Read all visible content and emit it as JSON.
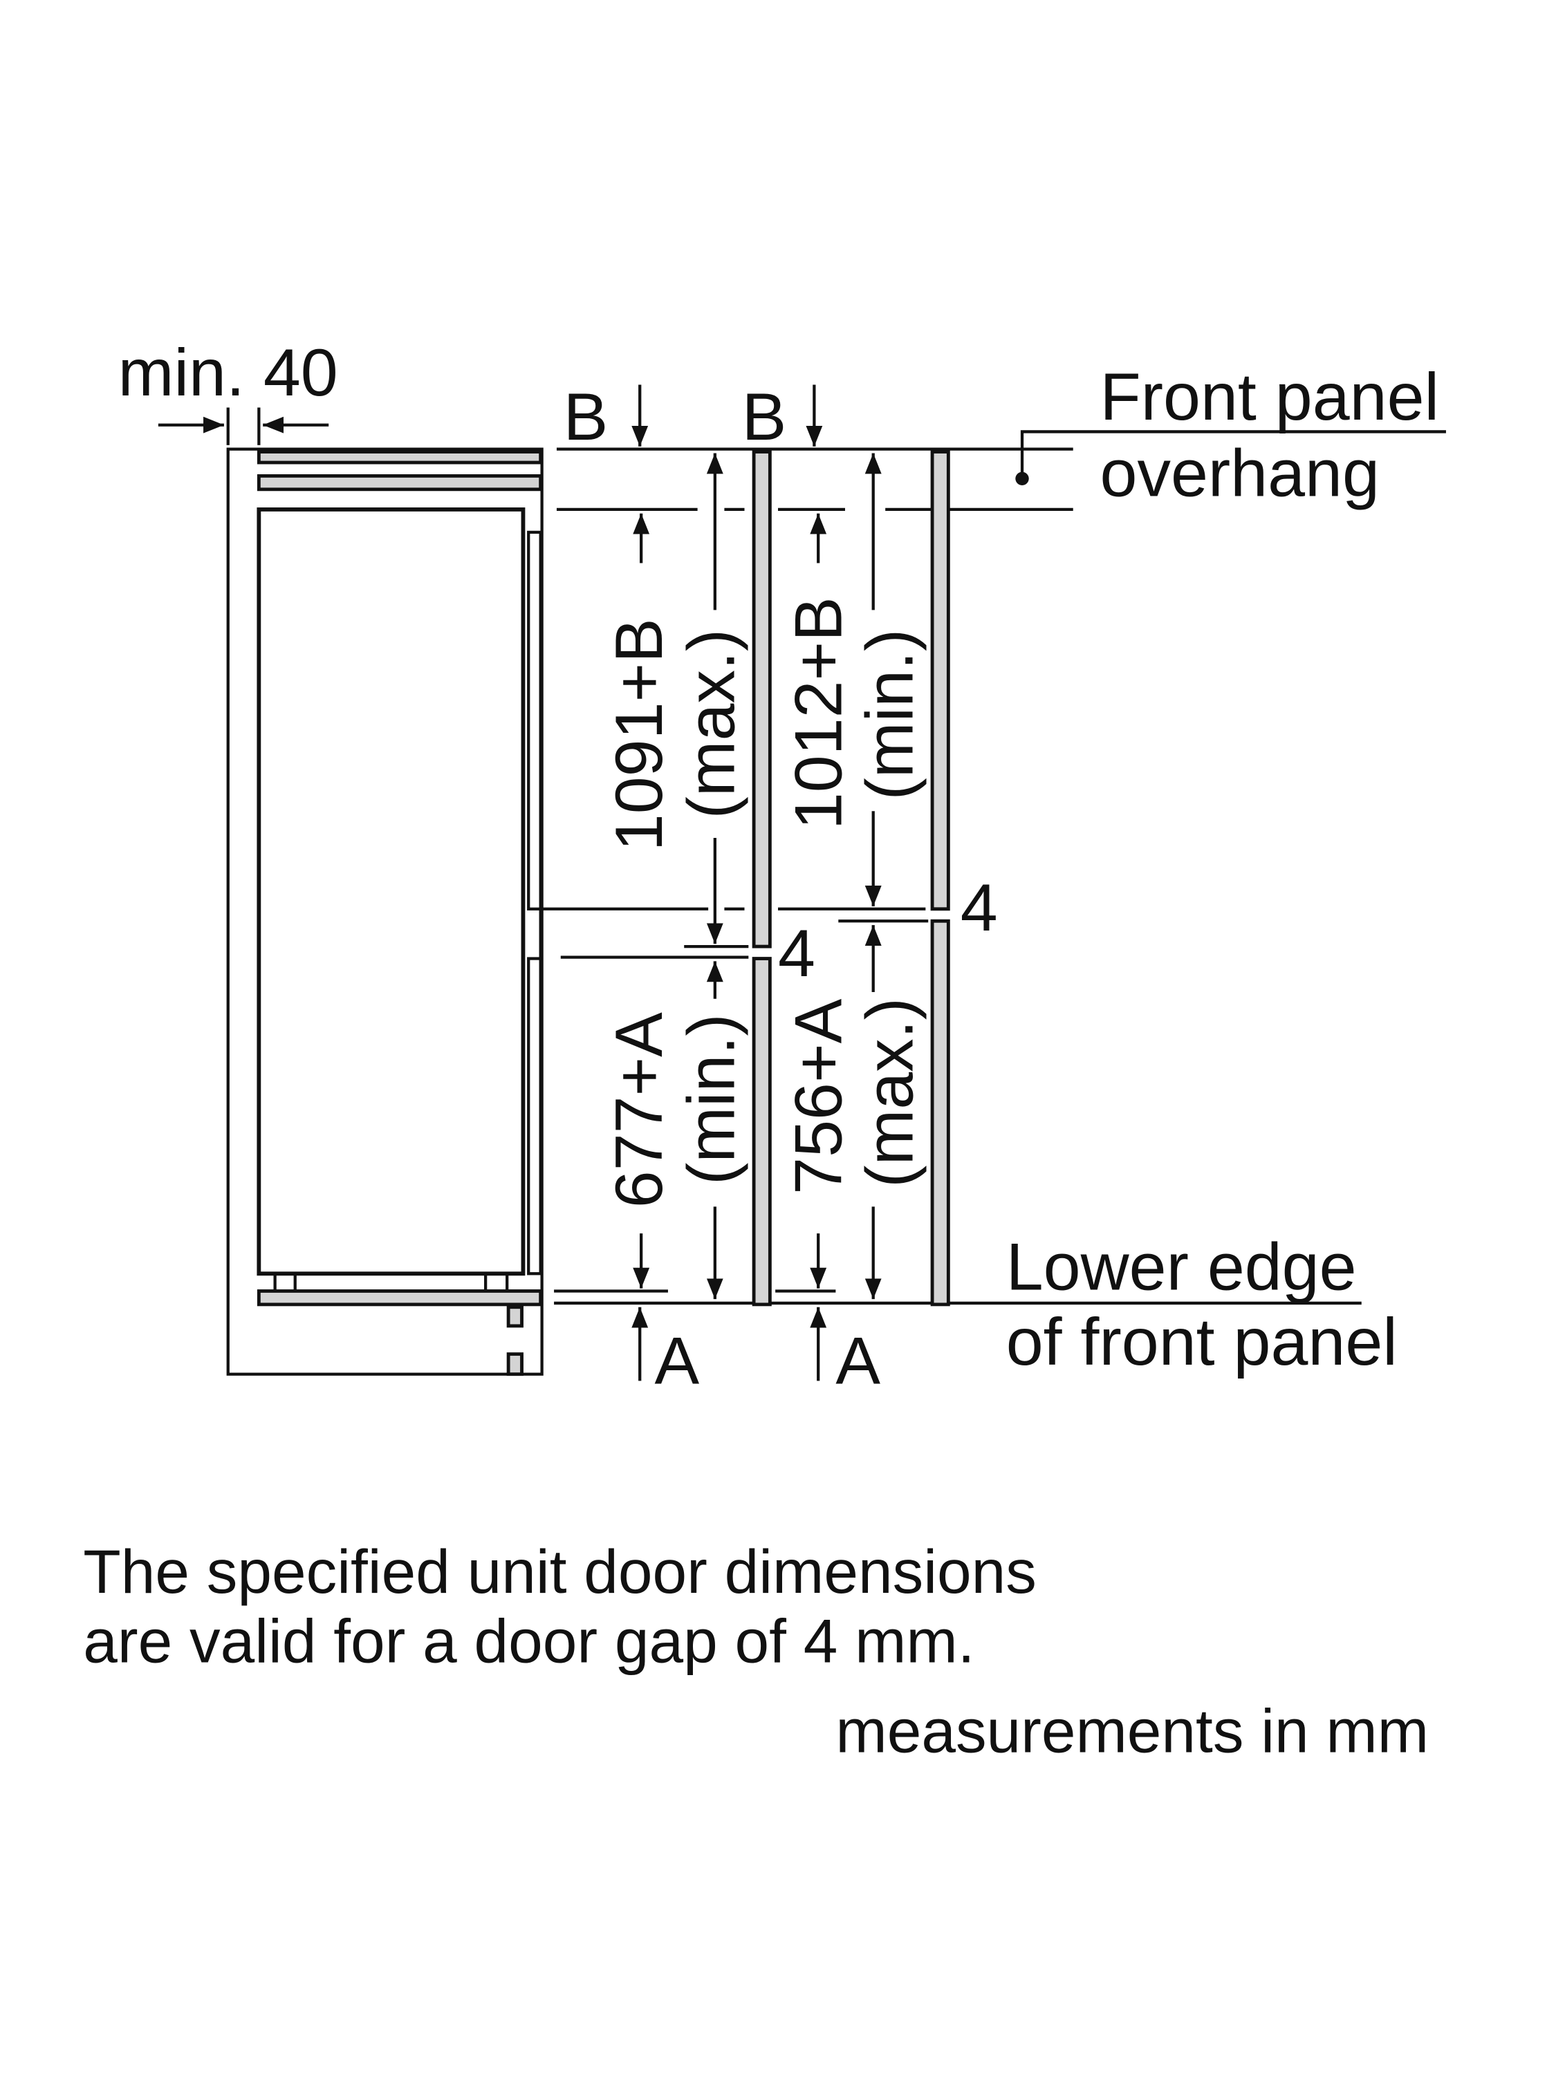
{
  "diagram": {
    "min_gap_label": "min. 40",
    "b_labels": [
      "B",
      "B"
    ],
    "a_labels": [
      "A",
      "A"
    ],
    "front_panel_overhang": [
      "Front panel",
      "overhang"
    ],
    "lower_edge": [
      "Lower edge",
      "of front panel"
    ],
    "door1_upper": {
      "value": "1091+B",
      "qualifier": "(max.)"
    },
    "door1_lower": {
      "value": "677+A",
      "qualifier": "(min.)"
    },
    "door2_upper": {
      "value": "1012+B",
      "qualifier": "(min.)"
    },
    "door2_lower": {
      "value": "756+A",
      "qualifier": "(max.)"
    },
    "gap_labels": [
      "4",
      "4"
    ]
  },
  "notes": {
    "line1": "The specified unit door dimensions",
    "line2": "are valid for a door gap of 4 mm.",
    "units": "measurements in mm"
  }
}
